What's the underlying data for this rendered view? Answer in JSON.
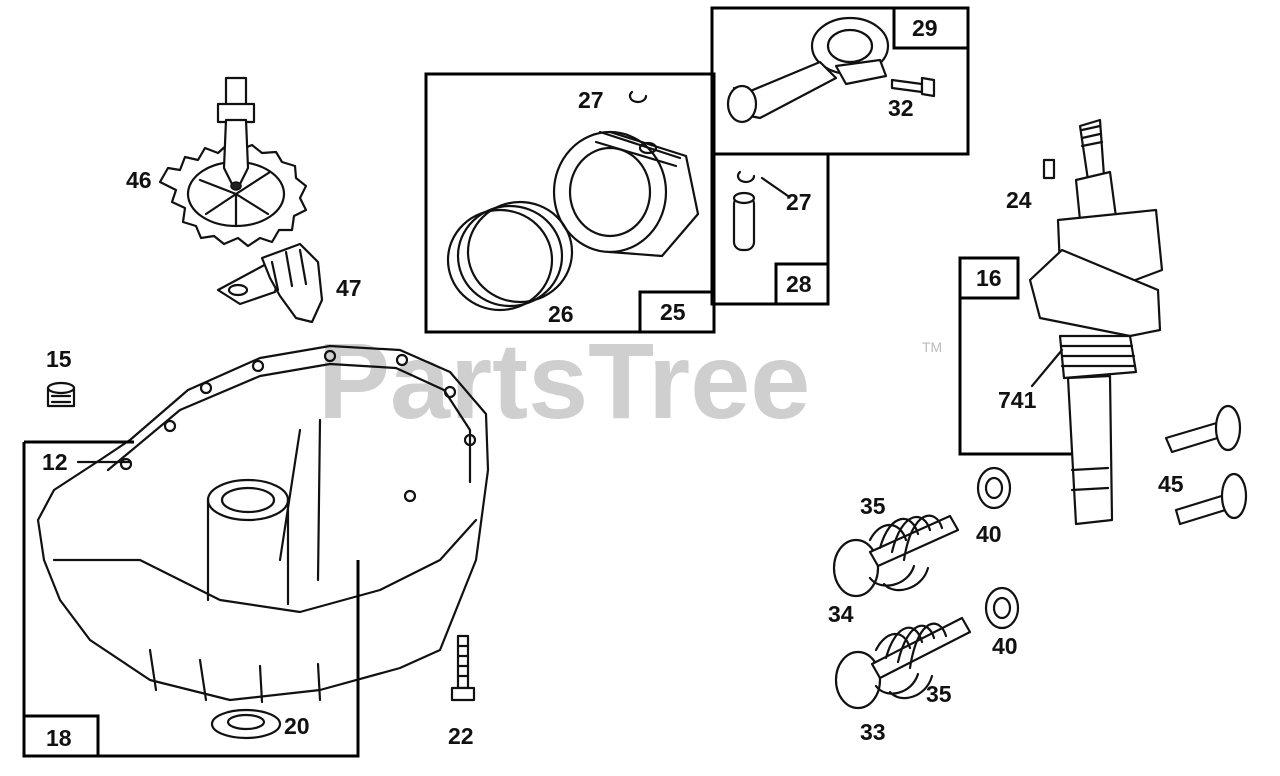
{
  "watermark": {
    "text": "PartsTree",
    "tm": "TM"
  },
  "callouts": {
    "p46": "46",
    "p47": "47",
    "p15": "15",
    "p12": "12",
    "p18": "18",
    "p20": "20",
    "p22": "22",
    "p27a": "27",
    "p26": "26",
    "p25": "25",
    "p29": "29",
    "p32": "32",
    "p27b": "27",
    "p28": "28",
    "p24": "24",
    "p16": "16",
    "p741": "741",
    "p45": "45",
    "p35a": "35",
    "p40a": "40",
    "p34": "34",
    "p40b": "40",
    "p35b": "35",
    "p33": "33"
  },
  "colors": {
    "ink": "#111111",
    "watermark": "#cfcfcf",
    "background": "#ffffff"
  }
}
